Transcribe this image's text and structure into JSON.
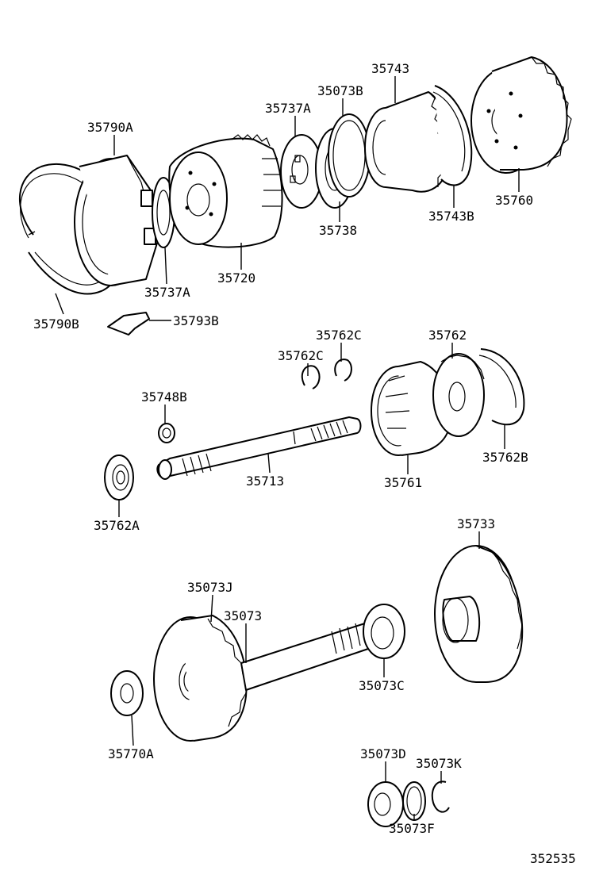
{
  "diagram": {
    "labels": {
      "p35790A": "35790A",
      "p35790B": "35790B",
      "p35737A_top": "35737A",
      "p35737A_bot": "35737A",
      "p35720": "35720",
      "p35073B": "35073B",
      "p35738": "35738",
      "p35743": "35743",
      "p35743B": "35743B",
      "p35760": "35760",
      "p35793B": "35793B",
      "p35762C_r": "35762C",
      "p35762C_l": "35762C",
      "p35762": "35762",
      "p35762B": "35762B",
      "p35748B": "35748B",
      "p35713": "35713",
      "p35761": "35761",
      "p35762A": "35762A",
      "p35733": "35733",
      "p35073J": "35073J",
      "p35073": "35073",
      "p35073C": "35073C",
      "p35770A": "35770A",
      "p35073D": "35073D",
      "p35073K": "35073K",
      "p35073F": "35073F",
      "diagram_number": "352535"
    }
  }
}
